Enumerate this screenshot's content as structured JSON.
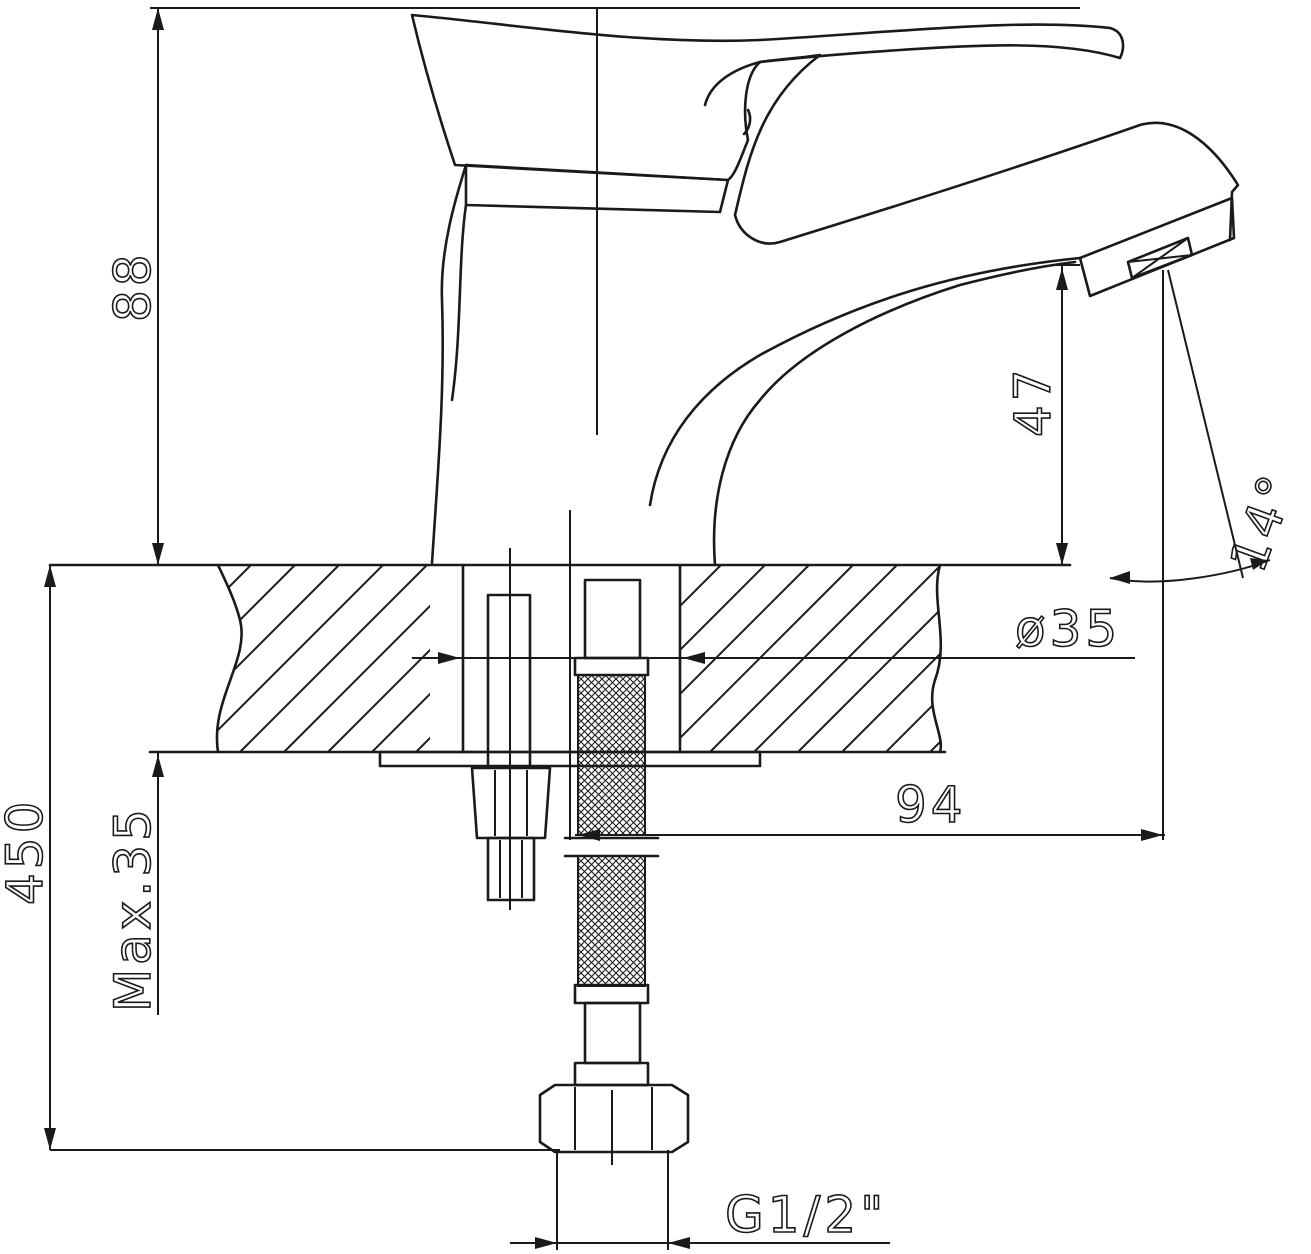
{
  "drawing": {
    "dimensions": {
      "height_total": "88",
      "spout_height": "47",
      "spout_angle": "14°",
      "body_diameter": "ø35",
      "spout_reach": "94",
      "hose_length": "450",
      "deck_thickness": "Max.35",
      "thread": "G1/2\""
    }
  }
}
